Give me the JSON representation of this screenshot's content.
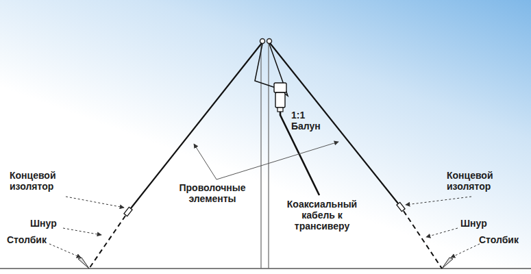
{
  "diagram": {
    "labels": [
      "1:1 Балун",
      "Концевой изолятор",
      "Шнур",
      "Столбик",
      "Проволочные элементы",
      "Коаксиальный кабель к трансиверу",
      "Концевой изолятор",
      "Шнур",
      "Столбик"
    ]
  }
}
